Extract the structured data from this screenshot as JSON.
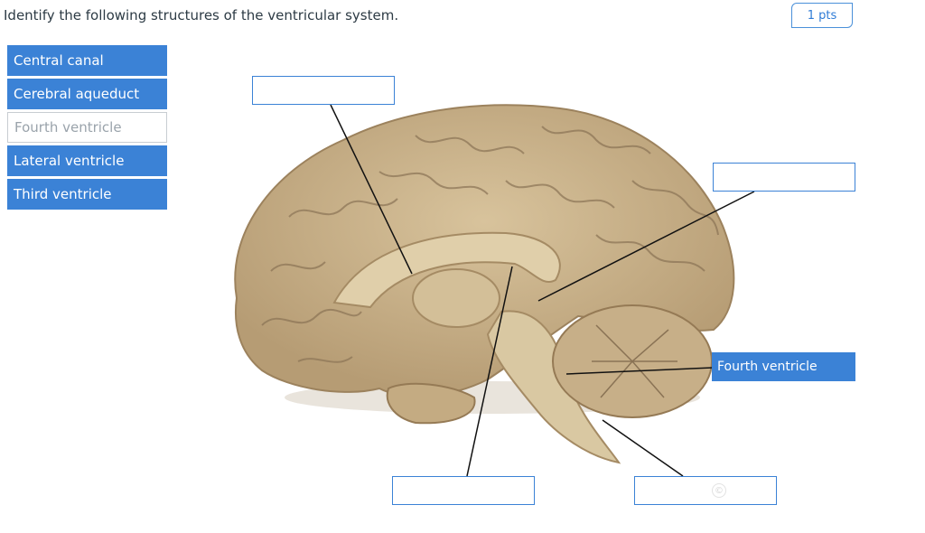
{
  "question": {
    "text": "Identify the following structures of the ventricular system.",
    "points": "1 pts"
  },
  "answer_bank": [
    {
      "label": "Central canal",
      "state": "available"
    },
    {
      "label": "Cerebral aqueduct",
      "state": "available"
    },
    {
      "label": "Fourth ventricle",
      "state": "used"
    },
    {
      "label": "Lateral ventricle",
      "state": "available"
    },
    {
      "label": "Third ventricle",
      "state": "available"
    }
  ],
  "targets": {
    "top_left": "",
    "top_right": "",
    "middle_right": "Fourth ventricle",
    "bottom_center": "",
    "bottom_right": ""
  },
  "colors": {
    "accent": "#3b82d6",
    "brain_tissue": "#c9b38d",
    "brain_shadow": "#8a7355"
  },
  "image": {
    "watermark": "©"
  }
}
